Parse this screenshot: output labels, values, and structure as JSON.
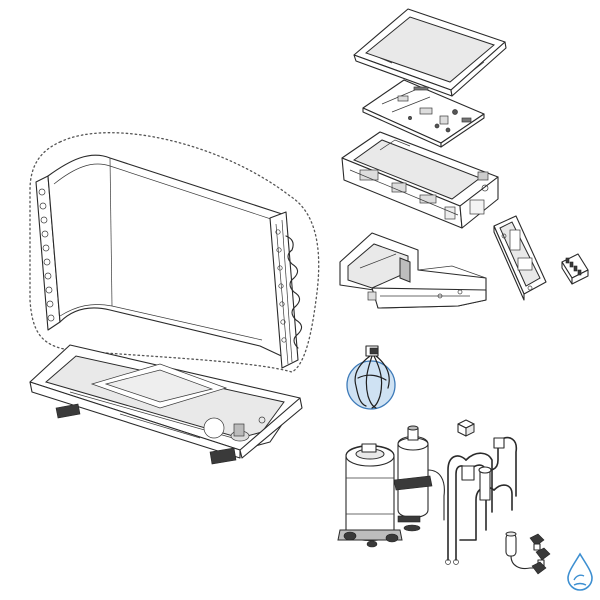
{
  "diagram": {
    "type": "exploded-parts-view",
    "highlight_color": "#cfe2f3",
    "highlight_stroke": "#3d7ab8",
    "logo_color": "#3d8fd1",
    "parts": [
      "top-cover",
      "control-board",
      "electrical-box",
      "terminal-bracket",
      "terminal-block",
      "condenser-coil",
      "base-pan",
      "expansion-valve",
      "compressor",
      "accumulator",
      "sensor",
      "piping-assembly",
      "valve-fittings",
      "fan-motor-bracket"
    ],
    "highlighted_part": "expansion-valve"
  }
}
